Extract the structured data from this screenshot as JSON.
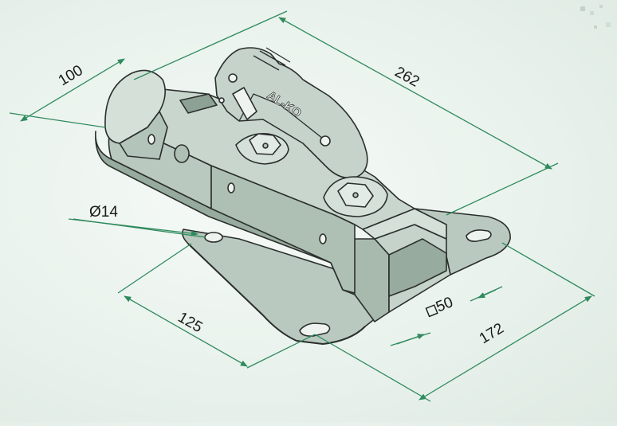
{
  "figure": {
    "brand": "AL-KO",
    "dimensions": {
      "overall_length": "262",
      "head_width": "100",
      "hole_diameter": "Ø14",
      "front_plate_width": "125",
      "square_tube": "50",
      "rear_plate_width": "172"
    }
  },
  "colors": {
    "body": "#b9c9bf",
    "body_shadow": "#97ab9e",
    "body_light": "#d4e0d8",
    "outline": "#2b2f2c",
    "dimension_line": "#2f8a5d"
  }
}
